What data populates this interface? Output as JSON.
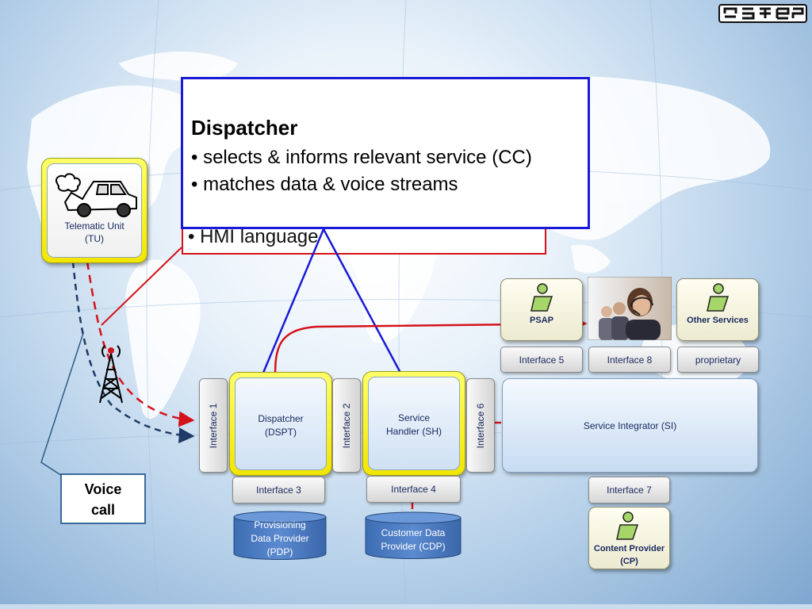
{
  "logo": {
    "icon": "company-logo-icon"
  },
  "dispatcher_callout": {
    "title": "Dispatcher",
    "items": [
      "• selects & informs relevant service (CC)",
      "• matches data & voice streams"
    ]
  },
  "tu_callout": {
    "item": "• HMI language"
  },
  "telematic_unit": {
    "label_line1": "Telematic Unit",
    "label_line2": "(TU)",
    "icon": "crashed-car-icon"
  },
  "antenna": {
    "icon": "radio-tower-icon"
  },
  "voice_call": {
    "line1": "Voice",
    "line2": "call"
  },
  "interfaces": {
    "if1": "Interface 1",
    "if2": "Interface 2",
    "if3": "Interface 3",
    "if4": "Interface 4",
    "if5": "Interface 5",
    "if6": "Interface 6",
    "if7": "Interface 7",
    "if8": "Interface 8",
    "proprietary": "proprietary"
  },
  "dispatcher": {
    "line1": "Dispatcher",
    "line2": "(DSPT)"
  },
  "service_handler": {
    "line1": "Service",
    "line2": "Handler (SH)"
  },
  "service_integrator": {
    "label": "Service Integrator (SI)"
  },
  "psap": {
    "label": "PSAP",
    "icon": "person-icon"
  },
  "call_center": {
    "icon": "call-center-agents-photo"
  },
  "other_services": {
    "label": "Other Services",
    "icon": "person-icon"
  },
  "content_provider": {
    "line1": "Content Provider",
    "line2": "(CP)",
    "icon": "person-icon"
  },
  "pdp": {
    "line1": "Provisioning",
    "line2": "Data Provider",
    "line3": "(PDP)"
  },
  "cdp": {
    "line1": "Customer Data",
    "line2": "Provider (CDP)"
  },
  "colors": {
    "red": "#d4121a",
    "blue": "#1a1ad6",
    "navy": "#1f3a66",
    "yellow": "#f2e600",
    "cylinder": "#4a7bbf"
  }
}
